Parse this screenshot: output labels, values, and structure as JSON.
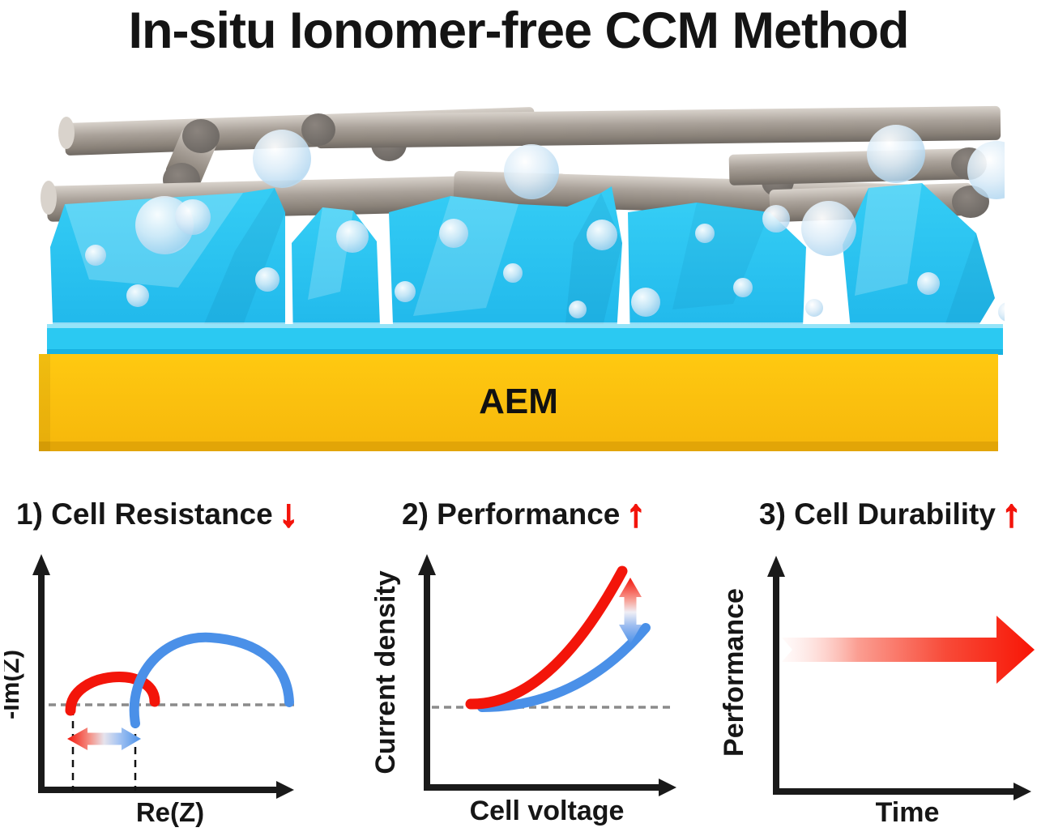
{
  "title": "In-situ Ionomer-free CCM Method",
  "illustration": {
    "membrane_label": "AEM",
    "elements": {
      "fibers_icon": "gray-cylinder-fibers",
      "crystals_icon": "cyan-catalyst-crystals",
      "droplets_icon": "translucent-bubbles",
      "membrane_icon": "yellow-membrane-slab"
    }
  },
  "colors": {
    "accent_red": "#f3150a",
    "accent_blue": "#4a90e8",
    "crystal_cyan": "#29c5f0",
    "membrane_yellow": "#fdc30d",
    "fiber_gray": "#a59d95",
    "dashed_gray": "#8b8b8b",
    "axis_black": "#1a1a1a"
  },
  "panels": [
    {
      "heading": "1) Cell Resistance",
      "arrow": "↓",
      "xlabel": "Re(Z)",
      "ylabel": "-Im(Z)",
      "plot": {
        "type": "line",
        "series": [
          {
            "name": "red-semicircle",
            "color": "#f3150a",
            "relative_size": "small"
          },
          {
            "name": "blue-semicircle",
            "color": "#4a90e8",
            "relative_size": "large"
          }
        ],
        "annotations": [
          "dashed-baseline",
          "two-vertical-dashed-guides",
          "red-to-blue-shift-arrow"
        ]
      }
    },
    {
      "heading": "2) Performance",
      "arrow": "↑",
      "xlabel": "Cell voltage",
      "ylabel": "Current density",
      "plot": {
        "type": "line",
        "series": [
          {
            "name": "red-curve",
            "color": "#f3150a",
            "relative_size": "higher"
          },
          {
            "name": "blue-curve",
            "color": "#4a90e8",
            "relative_size": "lower"
          }
        ],
        "annotations": [
          "dashed-baseline",
          "vertical-gap-arrow"
        ]
      }
    },
    {
      "heading": "3) Cell Durability",
      "arrow": "↑",
      "xlabel": "Time",
      "ylabel": "Performance",
      "plot": {
        "type": "line",
        "series": [
          {
            "name": "red-gradient-arrow",
            "color": "#f3150a",
            "relative_size": "constant"
          }
        ],
        "annotations": [
          "horizontal-fading-arrow"
        ]
      }
    }
  ]
}
